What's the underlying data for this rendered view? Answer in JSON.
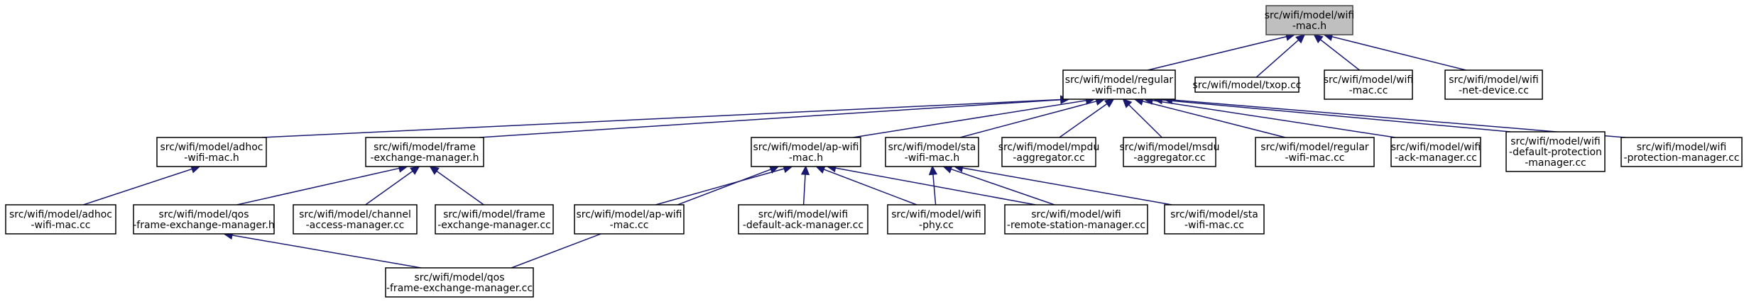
{
  "colors": {
    "edge": "#191970",
    "root_fill": "#bfbfbf",
    "node_fill": "#ffffff",
    "node_border": "#000000"
  },
  "nodes": [
    {
      "id": "wifi-mac-h",
      "root": true,
      "lines": [
        "src/wifi/model/wifi",
        "-mac.h"
      ]
    },
    {
      "id": "regular-wifi-mac-h",
      "lines": [
        "src/wifi/model/regular",
        "-wifi-mac.h"
      ]
    },
    {
      "id": "txop-cc",
      "lines": [
        "src/wifi/model/txop.cc"
      ]
    },
    {
      "id": "wifi-mac-cc",
      "lines": [
        "src/wifi/model/wifi",
        "-mac.cc"
      ]
    },
    {
      "id": "wifi-net-device-cc",
      "lines": [
        "src/wifi/model/wifi",
        "-net-device.cc"
      ]
    },
    {
      "id": "adhoc-wifi-mac-h",
      "lines": [
        "src/wifi/model/adhoc",
        "-wifi-mac.h"
      ]
    },
    {
      "id": "frame-exchange-manager-h",
      "lines": [
        "src/wifi/model/frame",
        "-exchange-manager.h"
      ]
    },
    {
      "id": "ap-wifi-mac-h",
      "lines": [
        "src/wifi/model/ap-wifi",
        "-mac.h"
      ]
    },
    {
      "id": "sta-wifi-mac-h",
      "lines": [
        "src/wifi/model/sta",
        "-wifi-mac.h"
      ]
    },
    {
      "id": "mpdu-aggregator-cc",
      "lines": [
        "src/wifi/model/mpdu",
        "-aggregator.cc"
      ]
    },
    {
      "id": "msdu-aggregator-cc",
      "lines": [
        "src/wifi/model/msdu",
        "-aggregator.cc"
      ]
    },
    {
      "id": "regular-wifi-mac-cc",
      "lines": [
        "src/wifi/model/regular",
        "-wifi-mac.cc"
      ]
    },
    {
      "id": "wifi-ack-manager-cc",
      "lines": [
        "src/wifi/model/wifi",
        "-ack-manager.cc"
      ]
    },
    {
      "id": "wifi-default-protection-manager-cc",
      "lines": [
        "src/wifi/model/wifi",
        "-default-protection",
        "-manager.cc"
      ]
    },
    {
      "id": "wifi-protection-manager-cc",
      "lines": [
        "src/wifi/model/wifi",
        "-protection-manager.cc"
      ]
    },
    {
      "id": "adhoc-wifi-mac-cc",
      "lines": [
        "src/wifi/model/adhoc",
        "-wifi-mac.cc"
      ]
    },
    {
      "id": "qos-frame-exchange-manager-h",
      "lines": [
        "src/wifi/model/qos",
        "-frame-exchange-manager.h"
      ]
    },
    {
      "id": "channel-access-manager-cc",
      "lines": [
        "src/wifi/model/channel",
        "-access-manager.cc"
      ]
    },
    {
      "id": "frame-exchange-manager-cc",
      "lines": [
        "src/wifi/model/frame",
        "-exchange-manager.cc"
      ]
    },
    {
      "id": "ap-wifi-mac-cc",
      "lines": [
        "src/wifi/model/ap-wifi",
        "-mac.cc"
      ]
    },
    {
      "id": "wifi-default-ack-manager-cc",
      "lines": [
        "src/wifi/model/wifi",
        "-default-ack-manager.cc"
      ]
    },
    {
      "id": "wifi-phy-cc",
      "lines": [
        "src/wifi/model/wifi",
        "-phy.cc"
      ]
    },
    {
      "id": "wifi-remote-station-manager-cc",
      "lines": [
        "src/wifi/model/wifi",
        "-remote-station-manager.cc"
      ]
    },
    {
      "id": "sta-wifi-mac-cc",
      "lines": [
        "src/wifi/model/sta",
        "-wifi-mac.cc"
      ]
    },
    {
      "id": "qos-frame-exchange-manager-cc",
      "lines": [
        "src/wifi/model/qos",
        "-frame-exchange-manager.cc"
      ]
    }
  ],
  "edges": [
    {
      "from": "regular-wifi-mac-h",
      "to": "wifi-mac-h"
    },
    {
      "from": "txop-cc",
      "to": "wifi-mac-h"
    },
    {
      "from": "wifi-mac-cc",
      "to": "wifi-mac-h"
    },
    {
      "from": "wifi-net-device-cc",
      "to": "wifi-mac-h"
    },
    {
      "from": "adhoc-wifi-mac-h",
      "to": "regular-wifi-mac-h"
    },
    {
      "from": "frame-exchange-manager-h",
      "to": "regular-wifi-mac-h"
    },
    {
      "from": "ap-wifi-mac-h",
      "to": "regular-wifi-mac-h"
    },
    {
      "from": "sta-wifi-mac-h",
      "to": "regular-wifi-mac-h"
    },
    {
      "from": "mpdu-aggregator-cc",
      "to": "regular-wifi-mac-h"
    },
    {
      "from": "msdu-aggregator-cc",
      "to": "regular-wifi-mac-h"
    },
    {
      "from": "regular-wifi-mac-cc",
      "to": "regular-wifi-mac-h"
    },
    {
      "from": "wifi-ack-manager-cc",
      "to": "regular-wifi-mac-h"
    },
    {
      "from": "wifi-default-protection-manager-cc",
      "to": "regular-wifi-mac-h"
    },
    {
      "from": "wifi-protection-manager-cc",
      "to": "regular-wifi-mac-h"
    },
    {
      "from": "adhoc-wifi-mac-cc",
      "to": "adhoc-wifi-mac-h"
    },
    {
      "from": "qos-frame-exchange-manager-h",
      "to": "frame-exchange-manager-h"
    },
    {
      "from": "channel-access-manager-cc",
      "to": "frame-exchange-manager-h"
    },
    {
      "from": "frame-exchange-manager-cc",
      "to": "frame-exchange-manager-h"
    },
    {
      "from": "ap-wifi-mac-cc",
      "to": "ap-wifi-mac-h"
    },
    {
      "from": "wifi-default-ack-manager-cc",
      "to": "ap-wifi-mac-h"
    },
    {
      "from": "wifi-phy-cc",
      "to": "ap-wifi-mac-h"
    },
    {
      "from": "wifi-remote-station-manager-cc",
      "to": "ap-wifi-mac-h"
    },
    {
      "from": "qos-frame-exchange-manager-cc",
      "to": "ap-wifi-mac-h"
    },
    {
      "from": "wifi-phy-cc",
      "to": "sta-wifi-mac-h"
    },
    {
      "from": "wifi-remote-station-manager-cc",
      "to": "sta-wifi-mac-h"
    },
    {
      "from": "sta-wifi-mac-cc",
      "to": "sta-wifi-mac-h"
    },
    {
      "from": "qos-frame-exchange-manager-cc",
      "to": "qos-frame-exchange-manager-h"
    }
  ]
}
